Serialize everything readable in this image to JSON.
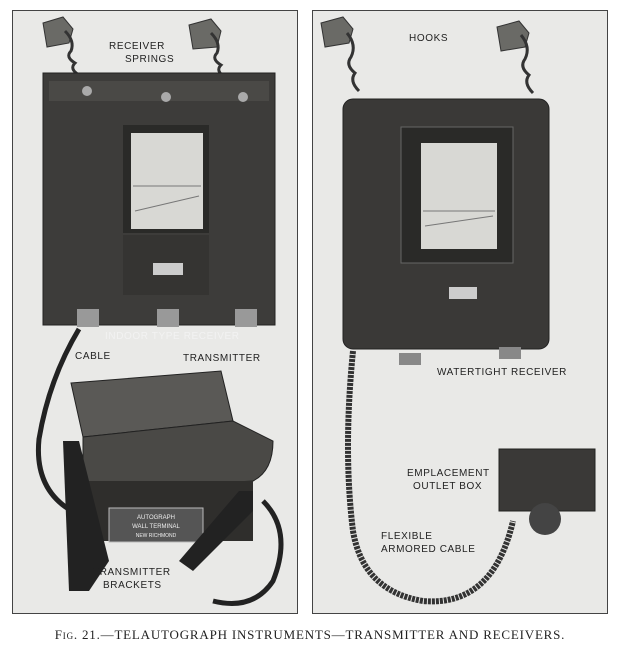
{
  "figure": {
    "number": "Fig. 21.",
    "caption": "—TELAUTOGRAPH INSTRUMENTS—TRANSMITTER AND RECEIVERS."
  },
  "left_panel": {
    "labels": {
      "receiver_springs_1": "RECEIVER",
      "receiver_springs_2": "SPRINGS",
      "indoor_receiver": "INDOOR TYPE RECEIVER",
      "cable": "CABLE",
      "transmitter": "TRANSMITTER",
      "brackets_1": "TRANSMITTER",
      "brackets_2": "BRACKETS"
    },
    "nameplate": [
      "AUTOGRAPH",
      "WALL TERMINAL",
      "NEW RICHMOND"
    ]
  },
  "right_panel": {
    "labels": {
      "hooks": "HOOKS",
      "watertight_receiver": "WATERTIGHT RECEIVER",
      "outlet_box_1": "EMPLACEMENT",
      "outlet_box_2": "OUTLET BOX",
      "armored_cable_1": "FLEXIBLE",
      "armored_cable_2": "ARMORED CABLE"
    }
  }
}
